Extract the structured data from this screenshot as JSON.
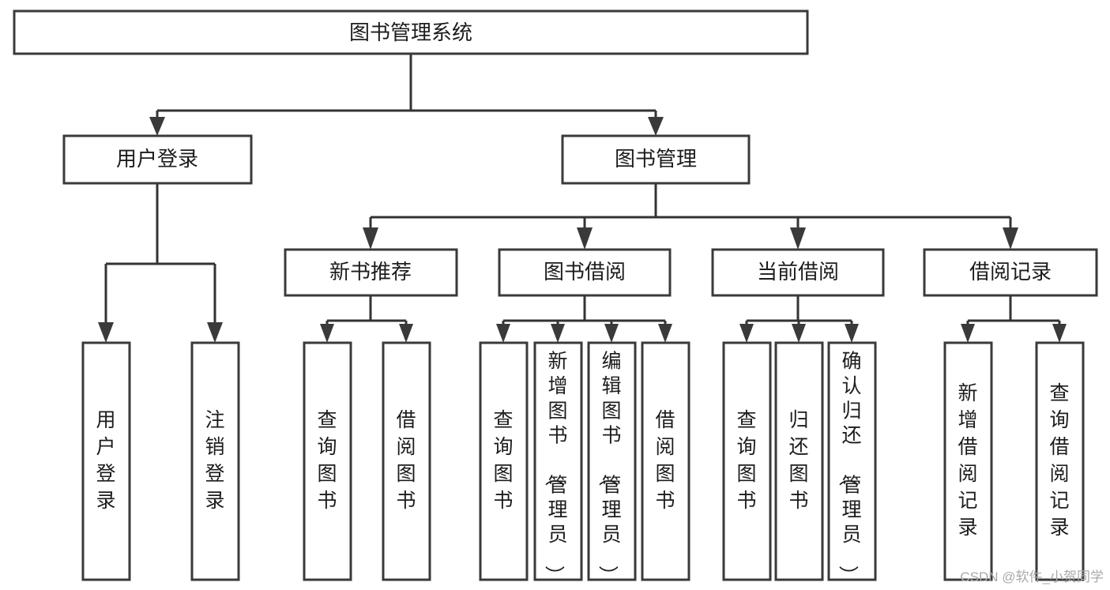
{
  "diagram": {
    "type": "tree-hierarchy",
    "title": "图书管理系统",
    "watermark": "CSDN @软件_小贺同学",
    "colors": {
      "box_fill": "#ffffff",
      "box_stroke": "#3a3a3a",
      "edge": "#333333",
      "text": "#1c1c1c",
      "watermark": "#a9a9a9"
    },
    "levels": {
      "root": {
        "label": "图书管理系统"
      },
      "level1": [
        {
          "id": "user-login",
          "label": "用户登录"
        },
        {
          "id": "book-management",
          "label": "图书管理"
        }
      ],
      "level2": [
        {
          "id": "new-book-recommend",
          "label": "新书推荐",
          "parent": "book-management"
        },
        {
          "id": "book-borrow",
          "label": "图书借阅",
          "parent": "book-management"
        },
        {
          "id": "current-borrow",
          "label": "当前借阅",
          "parent": "book-management"
        },
        {
          "id": "borrow-record",
          "label": "借阅记录",
          "parent": "book-management"
        }
      ],
      "leaves": [
        {
          "id": "leaf-user-login",
          "label": "用户登录",
          "parent": "user-login"
        },
        {
          "id": "leaf-logout",
          "label": "注销登录",
          "parent": "user-login"
        },
        {
          "id": "leaf-query-book-1",
          "label": "查询图书",
          "parent": "new-book-recommend"
        },
        {
          "id": "leaf-borrow-book-1",
          "label": "借阅图书",
          "parent": "new-book-recommend"
        },
        {
          "id": "leaf-query-book-2",
          "label": "查询图书",
          "parent": "book-borrow"
        },
        {
          "id": "leaf-add-book",
          "label": "新增图书（管理员）",
          "parent": "book-borrow"
        },
        {
          "id": "leaf-edit-book",
          "label": "编辑图书（管理员）",
          "parent": "book-borrow"
        },
        {
          "id": "leaf-borrow-book-2",
          "label": "借阅图书",
          "parent": "book-borrow"
        },
        {
          "id": "leaf-query-book-3",
          "label": "查询图书",
          "parent": "current-borrow"
        },
        {
          "id": "leaf-return-book",
          "label": "归还图书",
          "parent": "current-borrow"
        },
        {
          "id": "leaf-confirm-return",
          "label": "确认归还（管理员）",
          "parent": "current-borrow"
        },
        {
          "id": "leaf-add-record",
          "label": "新增借阅记录",
          "parent": "borrow-record"
        },
        {
          "id": "leaf-query-record",
          "label": "查询借阅记录",
          "parent": "borrow-record"
        }
      ]
    }
  }
}
